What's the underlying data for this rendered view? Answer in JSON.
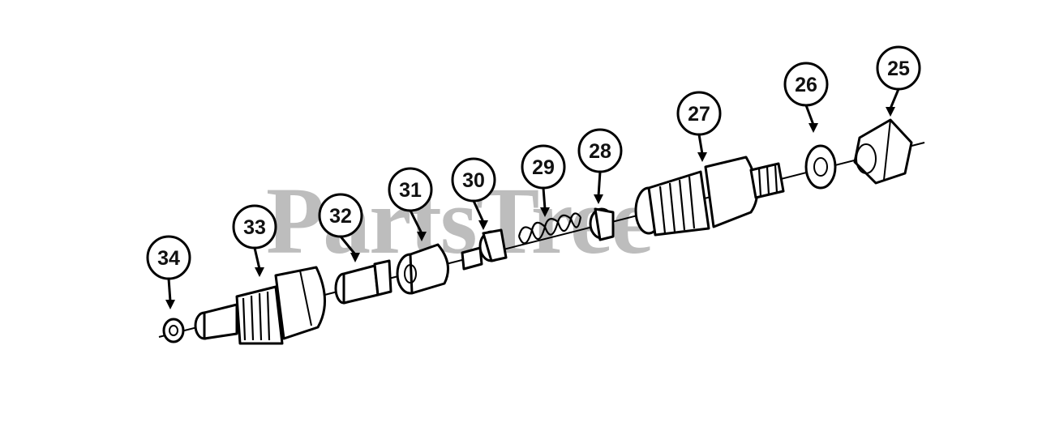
{
  "watermark": "PartsTree",
  "callouts": [
    {
      "id": "c25",
      "label": "25"
    },
    {
      "id": "c26",
      "label": "26"
    },
    {
      "id": "c27",
      "label": "27"
    },
    {
      "id": "c28",
      "label": "28"
    },
    {
      "id": "c29",
      "label": "29"
    },
    {
      "id": "c30",
      "label": "30"
    },
    {
      "id": "c31",
      "label": "31"
    },
    {
      "id": "c32",
      "label": "32"
    },
    {
      "id": "c33",
      "label": "33"
    },
    {
      "id": "c34",
      "label": "34"
    }
  ],
  "colors": {
    "ink": "#000000",
    "watermark": "#bdbdbd",
    "background": "#ffffff"
  }
}
